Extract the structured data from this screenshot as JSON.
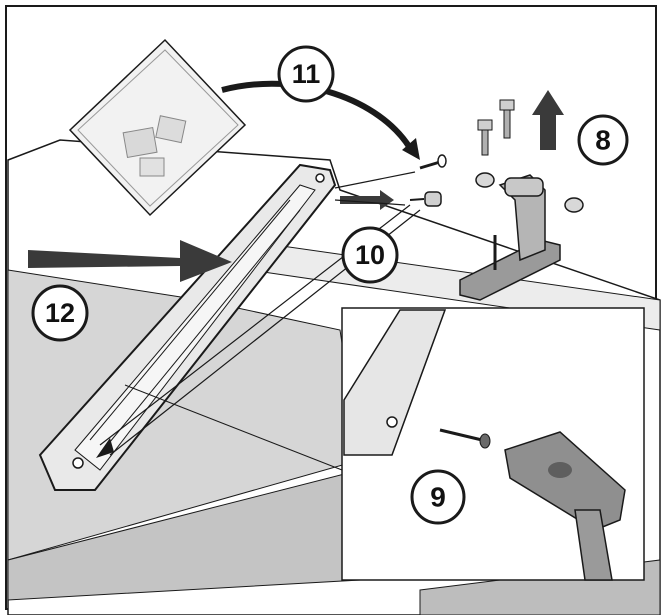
{
  "steps": [
    {
      "number": "8"
    },
    {
      "number": "9"
    },
    {
      "number": "10"
    },
    {
      "number": "11"
    },
    {
      "number": "12"
    }
  ],
  "colors": {
    "outline": "#1a1a1a",
    "shade_light": "#e4e4e4",
    "shade_mid": "#c9c9c9",
    "shade_dark": "#9a9a9a",
    "arrow": "#3a3a3a",
    "background": "#ffffff"
  }
}
